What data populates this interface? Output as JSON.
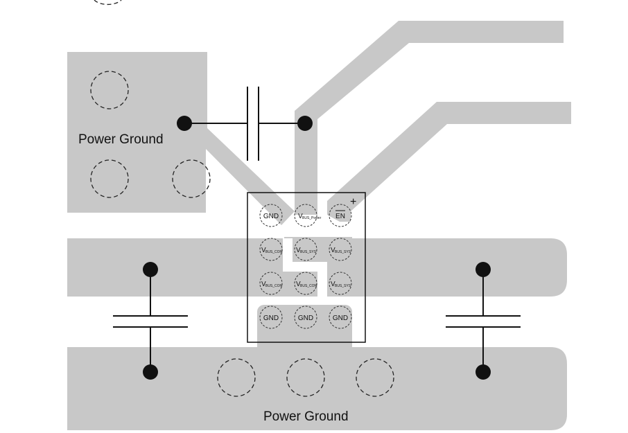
{
  "labels": {
    "top_left_region": "Power Ground",
    "bottom_region": "Power Ground"
  },
  "package": {
    "pin1_marker": "+",
    "pins": [
      {
        "id": "a1",
        "main": "GND",
        "sub": ""
      },
      {
        "id": "a2",
        "main": "V",
        "sub": "BUS_Power"
      },
      {
        "id": "a3",
        "main": "EN",
        "sub": ""
      },
      {
        "id": "b1",
        "main": "V",
        "sub": "BUS_CON"
      },
      {
        "id": "b2",
        "main": "V",
        "sub": "BUS_SYS"
      },
      {
        "id": "b3",
        "main": "V",
        "sub": "BUS_SYS"
      },
      {
        "id": "c1",
        "main": "V",
        "sub": "BUS_CON"
      },
      {
        "id": "c2",
        "main": "V",
        "sub": "BUS_CON"
      },
      {
        "id": "c3",
        "main": "V",
        "sub": "BUS_SYS"
      },
      {
        "id": "d1",
        "main": "GND",
        "sub": ""
      },
      {
        "id": "d2",
        "main": "GND",
        "sub": ""
      },
      {
        "id": "d3",
        "main": "GND",
        "sub": ""
      }
    ]
  },
  "colors": {
    "copper": "#c8c8c8",
    "line": "#111111",
    "background": "#ffffff"
  }
}
